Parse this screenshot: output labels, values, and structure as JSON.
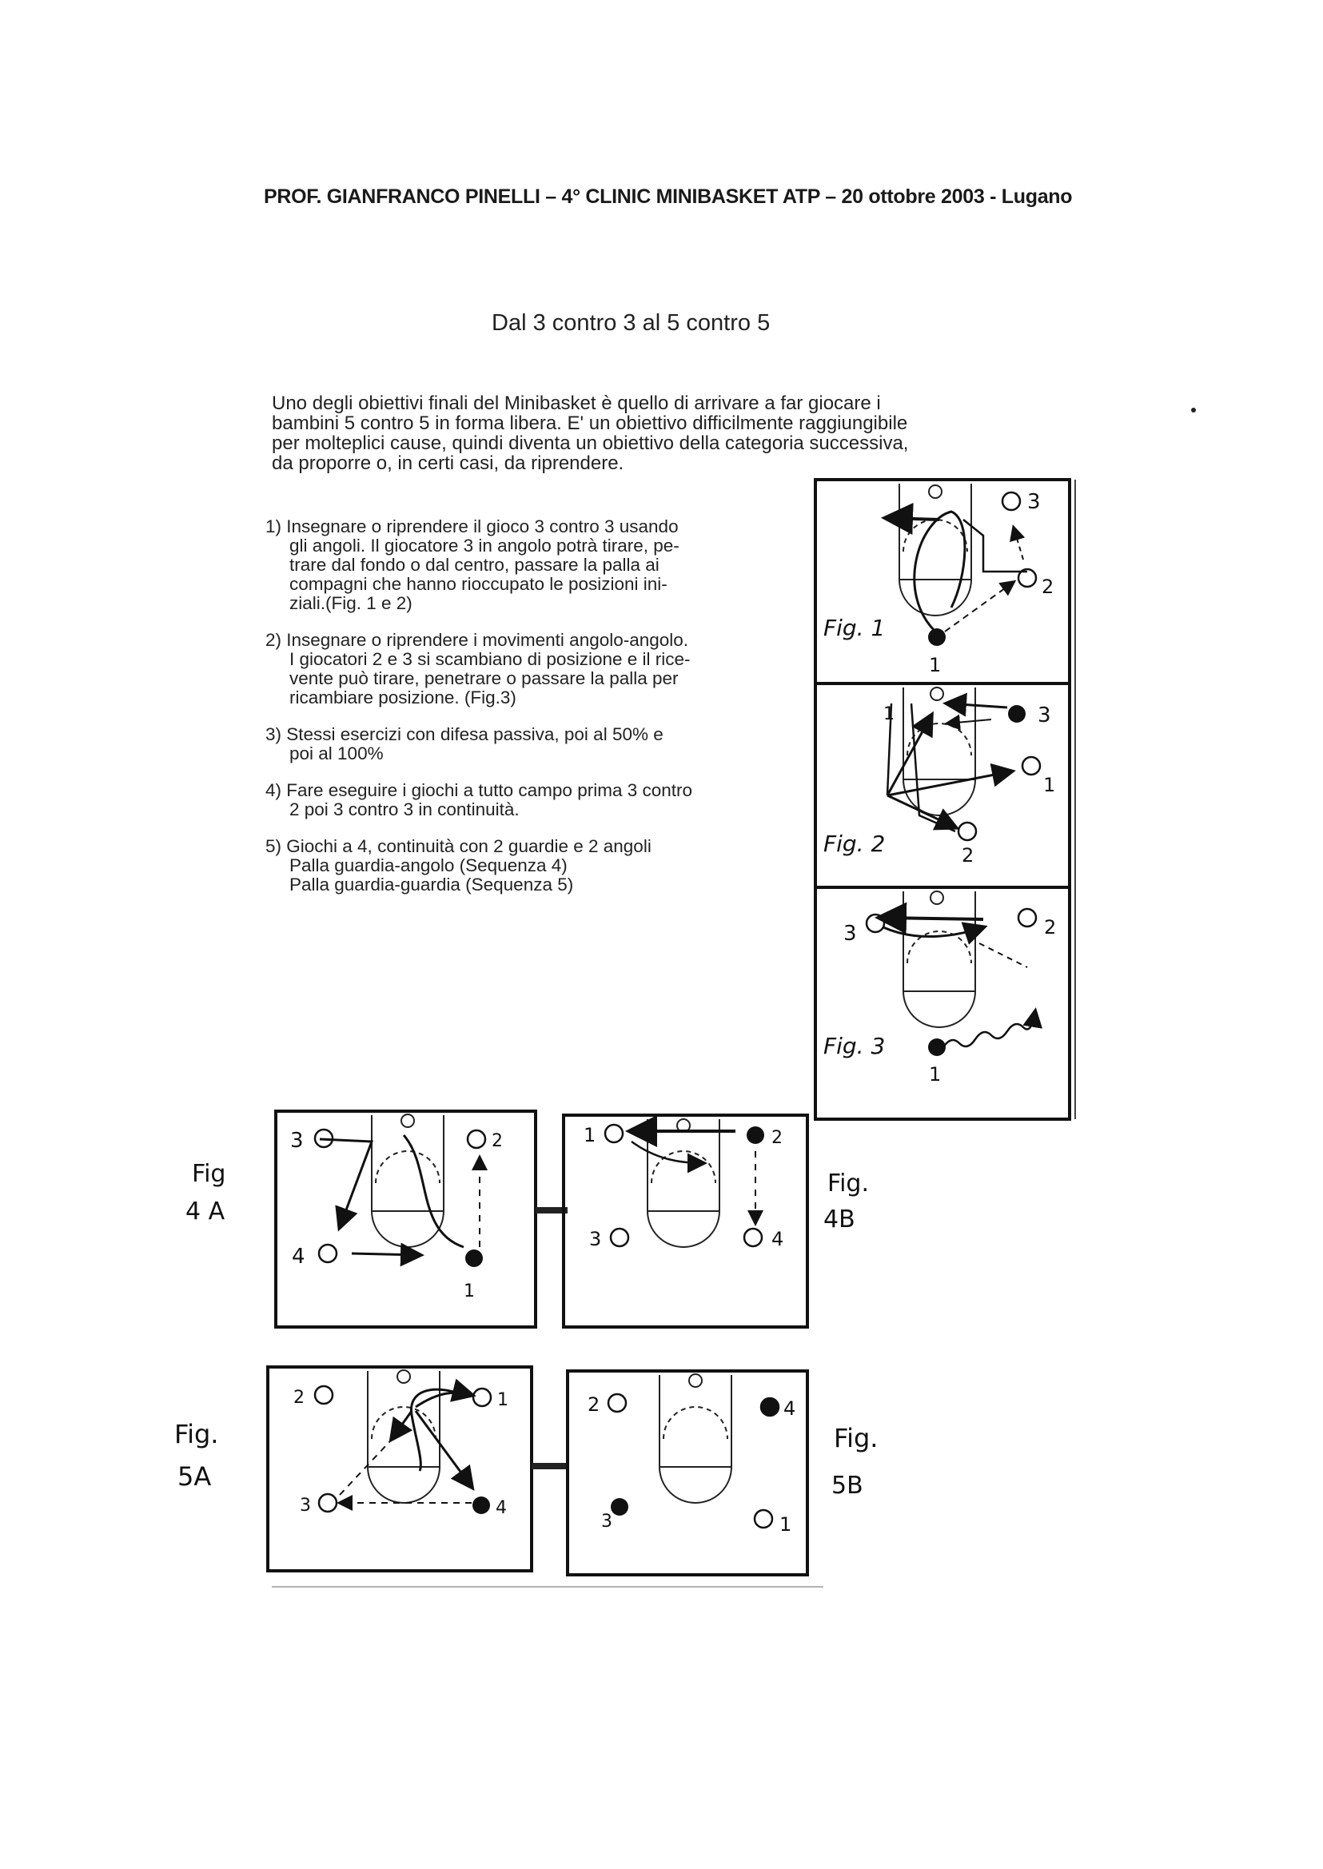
{
  "header": "PROF. GIANFRANCO PINELLI – 4° CLINIC MINIBASKET ATP – 20 ottobre 2003 - Lugano",
  "title": "Dal 3 contro 3 al 5 contro 5",
  "intro": [
    "Uno degli obiettivi finali del Minibasket è quello di arrivare a far giocare i",
    "bambini 5 contro 5 in forma libera. E' un obiettivo difficilmente raggiungibile",
    "per molteplici cause, quindi diventa un obiettivo della categoria successiva,",
    "da proporre o, in certi casi, da riprendere."
  ],
  "items": [
    {
      "lines": [
        "1) Insegnare o riprendere il gioco 3 contro 3 usando",
        "gli angoli. Il giocatore 3 in angolo potrà tirare, pe-",
        "trare dal fondo o dal centro, passare la palla ai",
        "compagni che hanno rioccupato le posizioni ini-",
        "ziali.(Fig. 1 e 2)"
      ]
    },
    {
      "lines": [
        "2) Insegnare o riprendere i movimenti angolo-angolo.",
        "I giocatori 2 e 3 si scambiano di posizione e il rice-",
        "vente può tirare, penetrare o passare la palla per",
        "ricambiare posizione. (Fig.3)"
      ]
    },
    {
      "lines": [
        "3) Stessi esercizi con difesa passiva, poi al 50% e",
        "poi al 100%"
      ]
    },
    {
      "lines": [
        "4) Fare eseguire i giochi a tutto campo prima 3 contro",
        "2 poi 3 contro 3 in continuità."
      ]
    },
    {
      "lines": [
        "5) Giochi a 4, continuità con 2 guardie e 2 angoli",
        "Palla guardia-angolo (Sequenza 4)",
        "Palla guardia-guardia (Sequenza 5)"
      ]
    }
  ],
  "figures": {
    "fig1": {
      "label": "Fig. 1",
      "players": [
        "3",
        "2",
        "1"
      ]
    },
    "fig2": {
      "label": "Fig. 2",
      "players": [
        "3",
        "1",
        "2",
        "1"
      ]
    },
    "fig3": {
      "label": "Fig. 3",
      "players": [
        "3",
        "2",
        "1"
      ]
    },
    "fig4a": {
      "label_line1": "Fig",
      "label_line2": "4 A",
      "players": [
        "3",
        "2",
        "4",
        "1"
      ]
    },
    "fig4b": {
      "label_line1": "Fig.",
      "label_line2": "4B",
      "players": [
        "1",
        "2",
        "3",
        "4"
      ]
    },
    "fig5a": {
      "label_line1": "Fig.",
      "label_line2": "5A",
      "players": [
        "2",
        "1",
        "3",
        "4"
      ]
    },
    "fig5b": {
      "label_line1": "Fig.",
      "label_line2": "5B",
      "players": [
        "2",
        "4",
        "3",
        "1"
      ]
    }
  }
}
